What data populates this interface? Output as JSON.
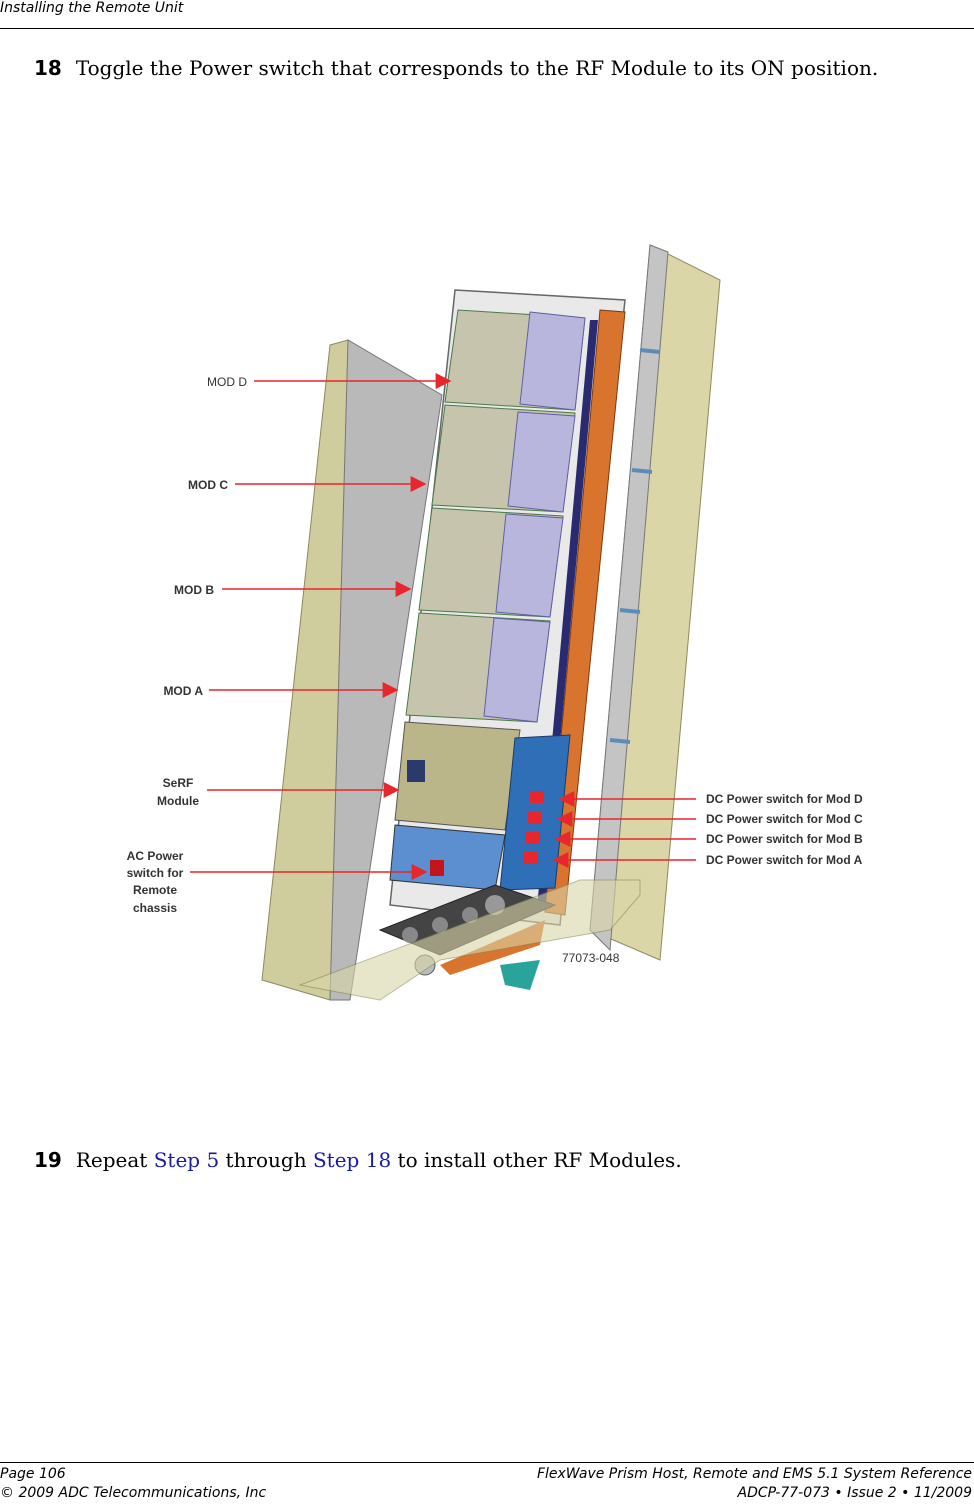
{
  "header": {
    "title": "Installing the Remote Unit"
  },
  "step18": {
    "number": "18",
    "text": "Toggle the Power switch that corresponds to the RF Module to its ON position."
  },
  "figure": {
    "labels": {
      "mod_d": "MOD D",
      "mod_c": "MOD C",
      "mod_b": "MOD B",
      "mod_a": "MOD A",
      "serf_1": "SeRF",
      "serf_2": "Module",
      "ac_1": "AC Power",
      "ac_2": "switch for",
      "ac_3": "Remote",
      "ac_4": "chassis",
      "dc_d": "DC Power switch for Mod D",
      "dc_c": "DC Power switch for Mod C",
      "dc_b": "DC Power switch for Mod B",
      "dc_a": "DC Power switch for Mod A",
      "figure_id": "77073-048"
    }
  },
  "step19": {
    "number": "19",
    "pre": "Repeat ",
    "link1": "Step 5",
    "mid": " through ",
    "link2": "Step 18",
    "post": " to install other RF Modules."
  },
  "footer": {
    "page": "Page 106",
    "copyright": "© 2009 ADC Telecommunications, Inc",
    "doc_title": "FlexWave Prism Host, Remote and EMS 5.1 System Reference",
    "doc_id": "ADCP-77-073  •  Issue 2  •  11/2009"
  }
}
